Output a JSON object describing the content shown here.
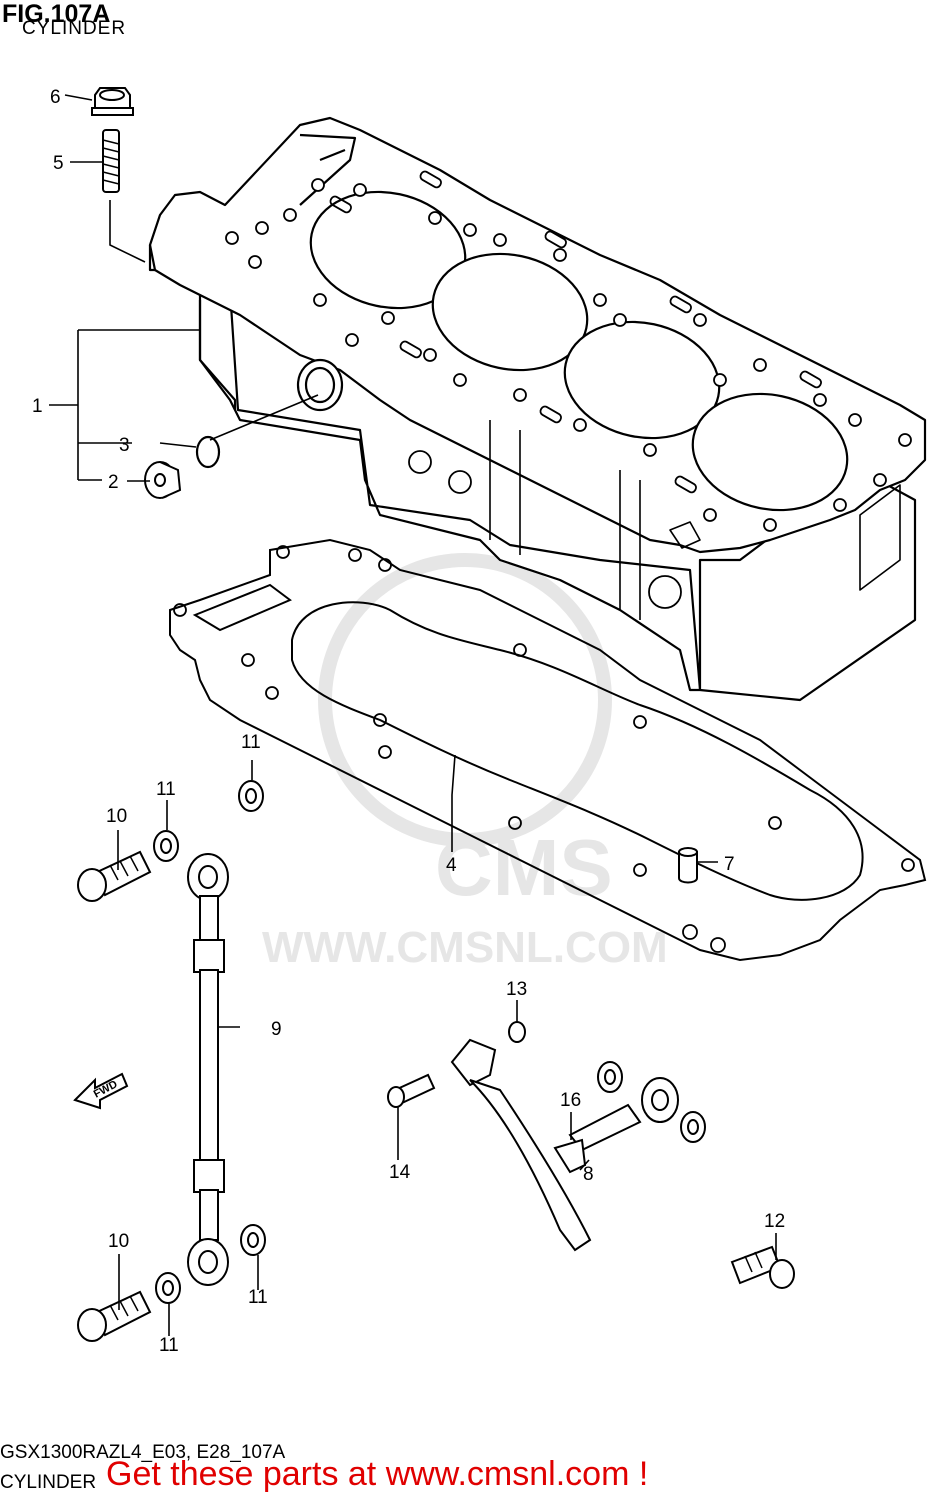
{
  "figure": {
    "title": "FIG.107A",
    "subtitle": "CYLINDER"
  },
  "watermark": {
    "brand": "CMS",
    "url": "WWW.CMSNL.COM"
  },
  "direction_label": "FWD",
  "callouts": {
    "c1": "1",
    "c2": "2",
    "c3": "3",
    "c4": "4",
    "c5": "5",
    "c6": "6",
    "c7": "7",
    "c8": "8",
    "c9": "9",
    "c10a": "10",
    "c10b": "10",
    "c11a": "11",
    "c11b": "11",
    "c11c": "11",
    "c11d": "11",
    "c12": "12",
    "c13": "13",
    "c14": "14",
    "c16": "16"
  },
  "footer": {
    "model_code": "GSX1300RAZL4_E03, E28_107A",
    "section": "CYLINDER",
    "promo": "Get these parts at www.cmsnl.com !"
  },
  "colors": {
    "line": "#000000",
    "promo": "#e00000",
    "watermark": "#e6e6e6"
  }
}
